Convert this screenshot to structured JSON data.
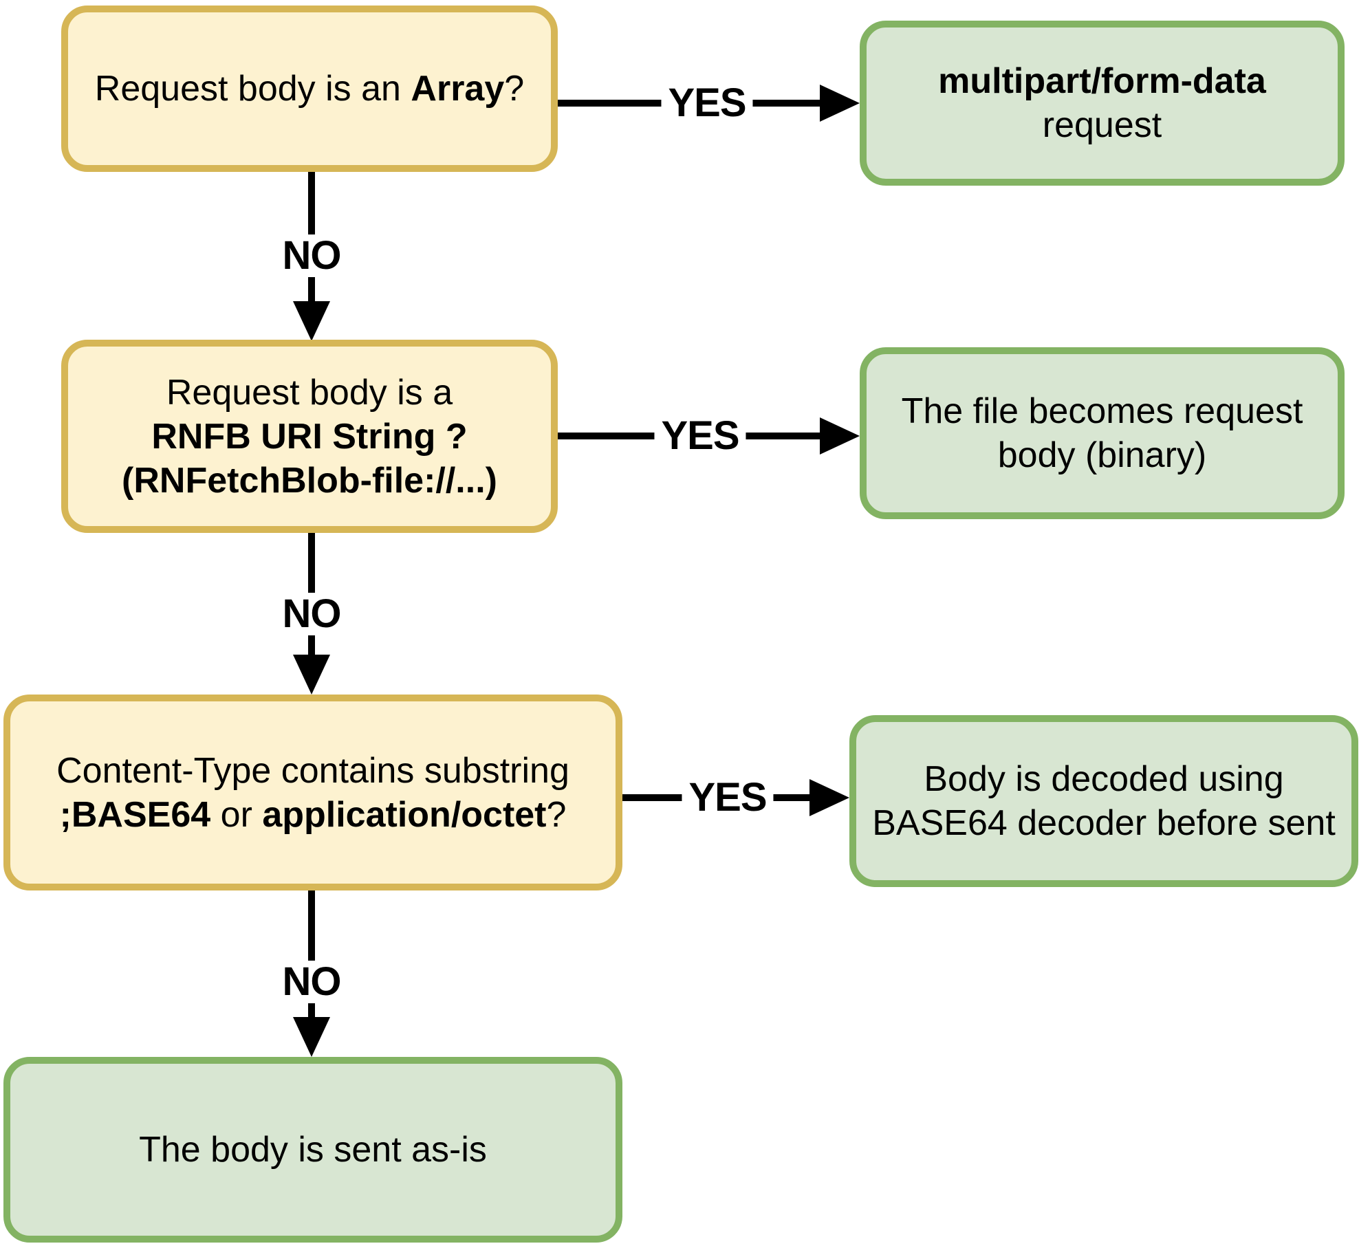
{
  "theme": {
    "background": "#FFFFFF",
    "text_color": "#000000",
    "question_fill": "#FDF2D0",
    "question_border": "#D6B656",
    "result_fill": "#D8E6D2",
    "result_border": "#83B363",
    "edge_color": "#000000"
  },
  "diagram": {
    "type": "flowchart",
    "nodes": {
      "q_array": {
        "type": "question",
        "lines": [
          [
            {
              "t": "Request body is an "
            },
            {
              "t": "Array",
              "b": true
            },
            {
              "t": "?"
            }
          ]
        ]
      },
      "r_multipart": {
        "type": "result",
        "lines": [
          [
            {
              "t": "multipart/form-data",
              "b": true
            }
          ],
          [
            {
              "t": "request"
            }
          ]
        ]
      },
      "q_rnfb": {
        "type": "question",
        "lines": [
          [
            {
              "t": "Request body is a"
            }
          ],
          [
            {
              "t": "RNFB URI String ?",
              "b": true
            }
          ],
          [
            {
              "t": "(RNFetchBlob-file://...)",
              "b": true
            }
          ]
        ]
      },
      "r_file": {
        "type": "result",
        "lines": [
          [
            {
              "t": "The file becomes request"
            }
          ],
          [
            {
              "t": "body (binary)"
            }
          ]
        ]
      },
      "q_base64": {
        "type": "question",
        "lines": [
          [
            {
              "t": "Content-Type contains substring"
            }
          ],
          [
            {
              "t": ";BASE64",
              "b": true
            },
            {
              "t": " or "
            },
            {
              "t": "application/octet",
              "b": true
            },
            {
              "t": "?"
            }
          ]
        ]
      },
      "r_decoded": {
        "type": "result",
        "lines": [
          [
            {
              "t": "Body is decoded using"
            }
          ],
          [
            {
              "t": "BASE64 decoder before sent"
            }
          ]
        ]
      },
      "r_asis": {
        "type": "result",
        "lines": [
          [
            {
              "t": "The body is sent as-is"
            }
          ]
        ]
      }
    },
    "edges": [
      {
        "from": "q_array",
        "to": "r_multipart",
        "label": "YES"
      },
      {
        "from": "q_array",
        "to": "q_rnfb",
        "label": "NO"
      },
      {
        "from": "q_rnfb",
        "to": "r_file",
        "label": "YES"
      },
      {
        "from": "q_rnfb",
        "to": "q_base64",
        "label": "NO"
      },
      {
        "from": "q_base64",
        "to": "r_decoded",
        "label": "YES"
      },
      {
        "from": "q_base64",
        "to": "r_asis",
        "label": "NO"
      }
    ]
  }
}
